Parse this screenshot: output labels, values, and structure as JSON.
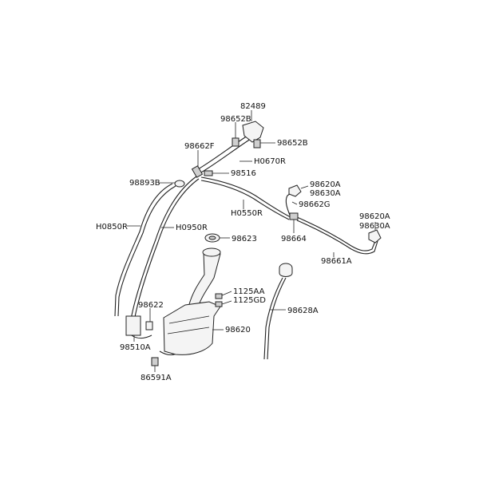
{
  "labels": {
    "p82489": "82489",
    "p98652B_1": "98652B",
    "p98652B_2": "98652B",
    "p98662F": "98662F",
    "pH0670R": "H0670R",
    "p98516": "98516",
    "p98893B": "98893B",
    "p98620A_1": "98620A",
    "p98630A_1": "98630A",
    "p98662G": "98662G",
    "pH0550R": "H0550R",
    "p98620A_2": "98620A",
    "p98630A_2": "98630A",
    "pH0850R": "H0850R",
    "pH0950R": "H0950R",
    "p98664": "98664",
    "p98623": "98623",
    "p98661A": "98661A",
    "p1125AA": "1125AA",
    "p1125GD": "1125GD",
    "p98622": "98622",
    "p98628A": "98628A",
    "p98620": "98620",
    "p98510A": "98510A",
    "p86591A": "86591A"
  }
}
